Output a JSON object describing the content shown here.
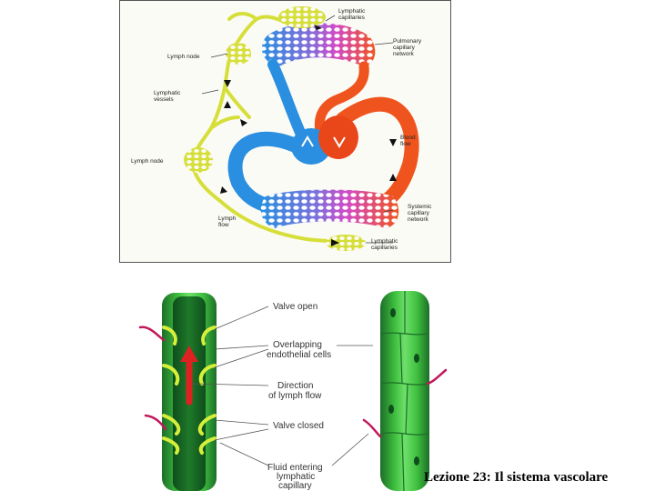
{
  "circulation_labels": {
    "lymphatic_capillaries_top_1": "Lymphatic",
    "lymphatic_capillaries_top_2": "capillaries",
    "lymph_node_upper": "Lymph node",
    "pulmonary_1": "Pulmonary",
    "pulmonary_2": "capillary",
    "pulmonary_3": "network",
    "lymphatic_vessels_1": "Lymphatic",
    "lymphatic_vessels_2": "vessels",
    "blood_flow_1": "Blood",
    "blood_flow_2": "flow",
    "lymph_node_lower": "Lymph node",
    "systemic_1": "Systemic",
    "systemic_2": "capillary",
    "systemic_3": "network",
    "lymph_flow_1": "Lymph",
    "lymph_flow_2": "flow",
    "lymphatic_capillaries_bottom_1": "Lymphatic",
    "lymphatic_capillaries_bottom_2": "capillaries"
  },
  "capillary_labels": {
    "valve_open": "Valve open",
    "overlapping_1": "Overlapping",
    "overlapping_2": "endothelial cells",
    "direction_1": "Direction",
    "direction_2": "of lymph flow",
    "valve_closed": "Valve closed",
    "fluid_1": "Fluid entering",
    "fluid_2": "lymphatic",
    "fluid_3": "capillary"
  },
  "footer_text": "Lezione 23: Il sistema vascolare",
  "colors": {
    "lymph": "#d6df3a",
    "vein_blue": "#2a8fe0",
    "artery_red": "#f0541e",
    "capillary_purple": "#c04fd0",
    "vessel_green": "#3fbf3f",
    "vessel_dark_green": "#1f7a2a",
    "fluid_arrow": "#c2185b"
  }
}
